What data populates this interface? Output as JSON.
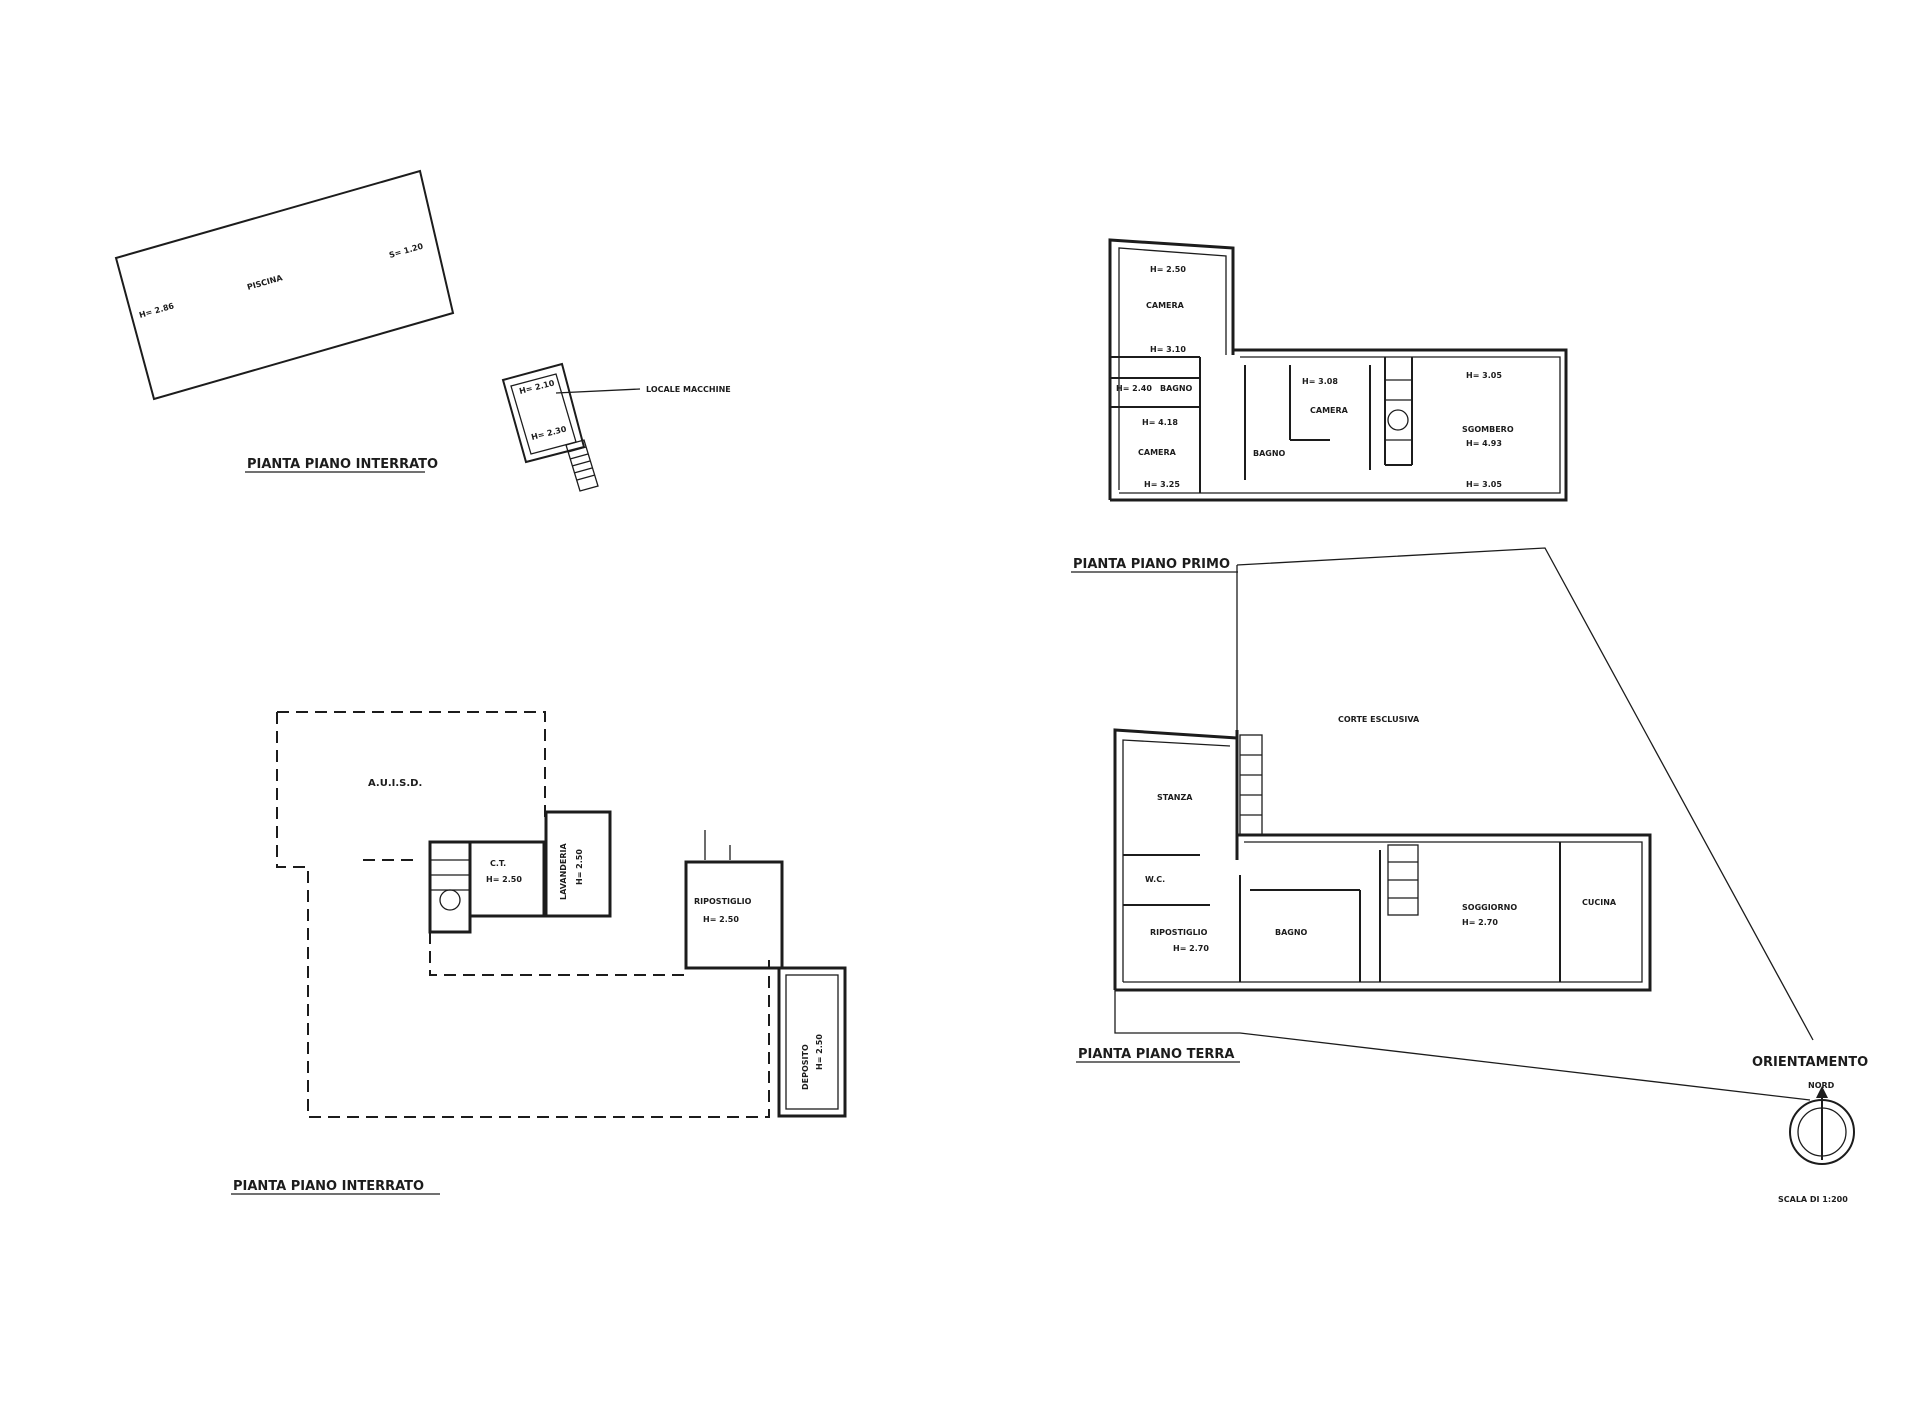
{
  "piscina": {
    "name": "PISCINA",
    "h_left": "H= 2.86",
    "h_right": "S= 1.20",
    "locale_macchine": "LOCALE MACCHINE",
    "h_top": "H= 2.10",
    "h_bottom": "H= 2.30"
  },
  "title_interrato_top": "PIANTA PIANO INTERRATO",
  "interrato": {
    "abuso": "A.U.I.S.D.",
    "ct": "C.T.",
    "ct_h": "H= 2.50",
    "lavanderia": "LAVANDERIA",
    "lavanderia_h": "H= 2.50",
    "ripostiglio": "RIPOSTIGLIO",
    "ripostiglio_h": "H= 2.50",
    "deposito": "DEPOSITO",
    "deposito_h": "H= 2.50"
  },
  "title_interrato_bottom": "PIANTA PIANO INTERRATO",
  "primo": {
    "camera1": "CAMERA",
    "camera1_h_top": "H= 2.50",
    "camera1_h_bot": "H= 3.10",
    "bagno1": "BAGNO",
    "bagno1_h": "H= 2.40",
    "camera2": "CAMERA",
    "camera2_h_top": "H= 4.18",
    "camera2_h_bot": "H= 3.25",
    "bagno2": "BAGNO",
    "camera3": "CAMERA",
    "camera3_h": "H= 3.08",
    "sgombero": "SGOMBERO",
    "sgombero_h_top": "H= 3.05",
    "sgombero_h_mid": "H= 4.93",
    "sgombero_h_bot": "H= 3.05"
  },
  "title_primo": "PIANTA PIANO PRIMO",
  "terra": {
    "corte": "CORTE ESCLUSIVA",
    "stanza": "STANZA",
    "wc": "W.C.",
    "ripostiglio": "RIPOSTIGLIO",
    "ripostiglio_h": "H= 2.70",
    "bagno": "BAGNO",
    "soggiorno": "SOGGIORNO",
    "soggiorno_h": "H= 2.70",
    "cucina": "CUCINA"
  },
  "title_terra": "PIANTA PIANO TERRA",
  "orientamento": {
    "title": "ORIENTAMENTO",
    "nord": "NORD",
    "scala": "SCALA DI 1:200"
  }
}
